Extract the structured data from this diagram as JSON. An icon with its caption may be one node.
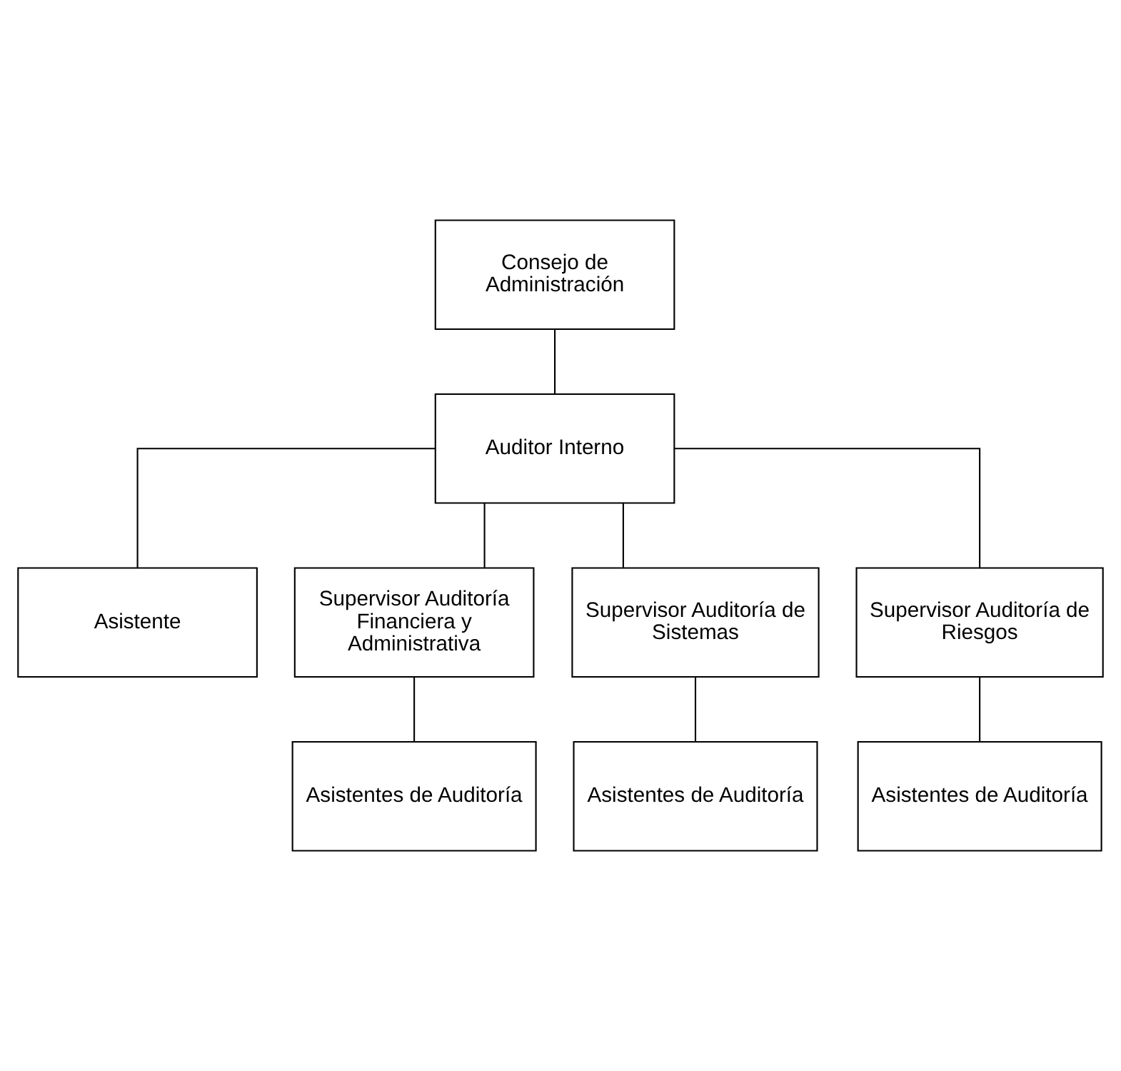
{
  "diagram": {
    "nodes": [
      {
        "text": [
          "Consejo de Administración"
        ]
      },
      {
        "text": [
          "Auditor Interno"
        ]
      },
      {
        "text": [
          "Asistente"
        ]
      },
      {
        "text": [
          "Supervisor Auditoría Financiera y Administrativa"
        ]
      },
      {
        "text": [
          "Supervisor Auditoría de Sistemas"
        ]
      },
      {
        "text": [
          "Supervisor Auditoría de Riesgos"
        ]
      },
      {
        "text": [
          "Asistentes de Auditoría"
        ]
      },
      {
        "text": [
          "Asistentes de Auditoría"
        ]
      },
      {
        "text": [
          "Asistentes de Auditoría"
        ]
      }
    ],
    "edges": [
      {
        "from": 0,
        "to": 1,
        "arrow": "none"
      },
      {
        "from": 1,
        "to": 2,
        "arrow": "none"
      },
      {
        "from": 1,
        "to": 3,
        "arrow": "none"
      },
      {
        "from": 1,
        "to": 4,
        "arrow": "none"
      },
      {
        "from": 1,
        "to": 5,
        "arrow": "none"
      },
      {
        "from": 3,
        "to": 6,
        "arrow": "none"
      },
      {
        "from": 4,
        "to": 7,
        "arrow": "none"
      },
      {
        "from": 5,
        "to": 8,
        "arrow": "none"
      }
    ]
  }
}
